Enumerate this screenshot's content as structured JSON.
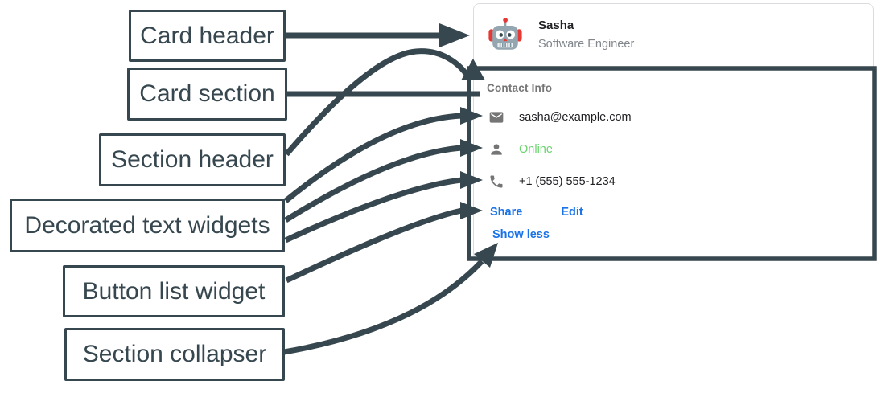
{
  "diagram": {
    "labels": [
      {
        "text": "Card header"
      },
      {
        "text": "Card section"
      },
      {
        "text": "Section header"
      },
      {
        "text": "Decorated text widgets"
      },
      {
        "text": "Button list widget"
      },
      {
        "text": "Section collapser"
      }
    ]
  },
  "card": {
    "header": {
      "avatar_icon": "robot-avatar",
      "title": "Sasha",
      "subtitle": "Software Engineer"
    },
    "section": {
      "header": "Contact Info",
      "widgets": [
        {
          "icon": "email-icon",
          "text": "sasha@example.com"
        },
        {
          "icon": "person-icon",
          "text": "Online",
          "status_color": "#6bd36f"
        },
        {
          "icon": "phone-icon",
          "text": "+1 (555) 555-1234"
        }
      ],
      "buttons": [
        {
          "label": "Share"
        },
        {
          "label": "Edit"
        }
      ],
      "collapser": {
        "label": "Show less"
      }
    }
  },
  "colors": {
    "ink": "#37474F",
    "blue": "#1a73e8",
    "green": "#6bd36f",
    "text": "#202124",
    "muted": "#757575",
    "subtitle": "#80868b",
    "cardborder": "#dadce0"
  }
}
